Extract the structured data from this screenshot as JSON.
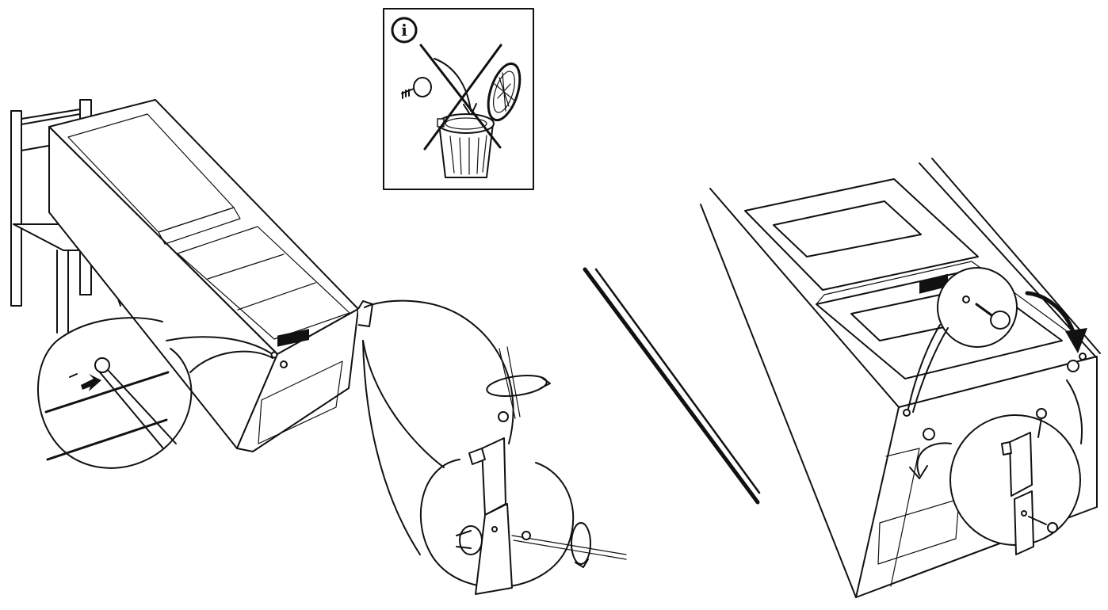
{
  "figure": {
    "info_badge_letter": "i",
    "stroke_color": "#111111",
    "background_color": "#ffffff",
    "panels": [
      {
        "id": "left",
        "icons": [
          "chair",
          "appliance-lying-on-back",
          "pin-removal-detail",
          "door-hinge-unscrew-detail"
        ]
      },
      {
        "id": "notice",
        "icons": [
          "info-icon",
          "pin-icon",
          "arrow-icon",
          "cover-cap-icon",
          "trash-bin-icon",
          "prohibited-cross-icon"
        ]
      },
      {
        "id": "right",
        "icons": [
          "appliance-top-view",
          "pin-insert-detail",
          "rotate-arrow-icon",
          "hinge-reassemble-detail"
        ]
      }
    ]
  }
}
